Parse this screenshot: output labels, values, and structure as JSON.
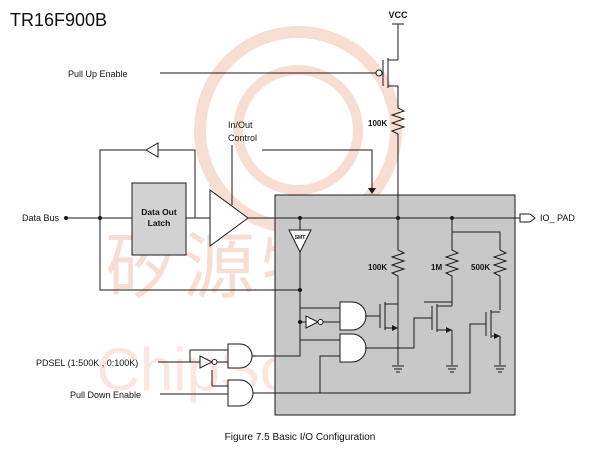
{
  "chip_name": "TR16F900B",
  "labels": {
    "vcc": "VCC",
    "pull_up_enable": "Pull Up Enable",
    "in_out_control_line1": "In/Out",
    "in_out_control_line2": "Control",
    "data_bus": "Data Bus",
    "latch_line1": "Data Out",
    "latch_line2": "Latch",
    "io_pad": "IO_ PAD",
    "smt": "SMT",
    "pdsel": "PDSEL (1:500K , 0:100K)",
    "pull_down_enable": "Pull Down Enable",
    "r_pullup": "100K",
    "r_100k": "100K",
    "r_1m": "1M",
    "r_500k": "500K"
  },
  "caption": "Figure 7.5    Basic I/O Configuration",
  "watermark": {
    "cjk": "矽源特科技",
    "latin": "ChipSourceTek"
  },
  "colors": {
    "chip_fill": "#c8c8c8",
    "latch_fill": "#d2d2d2",
    "watermark": "#f0b49c",
    "line": "#1a1a1a"
  }
}
